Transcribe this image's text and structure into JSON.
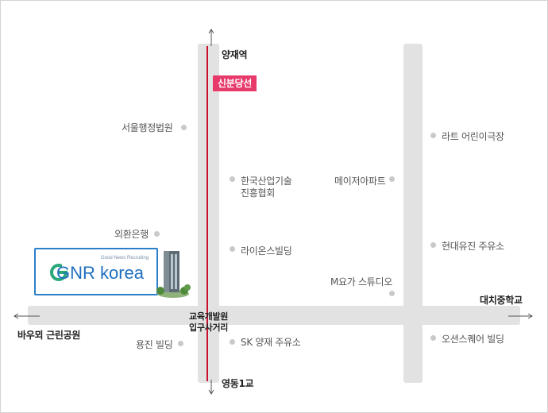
{
  "company": {
    "logo_text": "GNR korea",
    "logo_tagline": "Good News Recruiting"
  },
  "station": {
    "name": "신분당선"
  },
  "directions": {
    "north": "양재역",
    "south": "영동1교",
    "east": "대치중학교",
    "west": "바우뫼 근린공원"
  },
  "intersection": {
    "line1": "교육개발원",
    "line2": "입구사거리"
  },
  "landmarks": {
    "seoul_admin_court": "서울행정법원",
    "kita_line1": "한국산업기술",
    "kita_line2": "진흥협회",
    "major_apt": "메이저아파트",
    "rat_theater": "라트 어린이극장",
    "exchange_bank": "외환은행",
    "lions_bldg": "라이온스빌딩",
    "hyundai_gas": "현대유진 주유소",
    "m_studio": "M요가 스튜디오",
    "yongjin_bldg": "용진 빌딩",
    "sk_gas": "SK 양재 주유소",
    "ocean_bldg": "오션스퀘어 빌딩"
  },
  "colors": {
    "road": "#e2e2e2",
    "subway_line": "#c8102e",
    "station_badge": "#e73a6b",
    "logo_blue": "#1e6fc0"
  }
}
